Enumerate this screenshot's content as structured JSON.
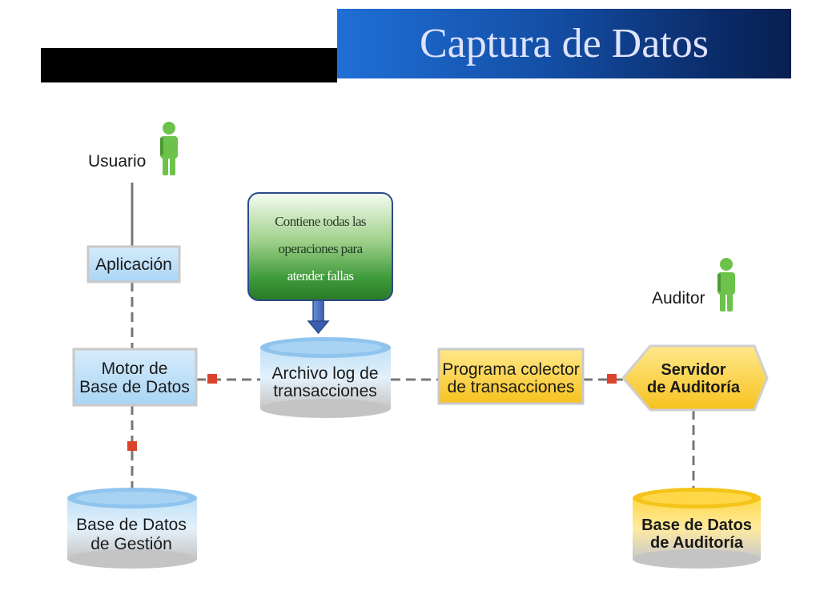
{
  "header": {
    "title": "Captura de Datos"
  },
  "diagram": {
    "usuario": "Usuario",
    "auditor": "Auditor",
    "aplicacion": "Aplicación",
    "motor": [
      "Motor de",
      "Base de Datos"
    ],
    "archivo_log": [
      "Archivo log de",
      "transacciones"
    ],
    "programa": [
      "Programa colector",
      "de transacciones"
    ],
    "servidor": [
      "Servidor",
      "de Auditoría"
    ],
    "bd_gestion": [
      "Base de Datos",
      "de Gestión"
    ],
    "bd_auditoria": [
      "Base de Datos",
      "de Auditoría"
    ],
    "note": [
      "Contiene todas las",
      "operaciones  para",
      "atender  fallas"
    ]
  },
  "colors": {
    "title_gradient_start": "#1f6fd6",
    "title_gradient_end": "#082050",
    "blue_box": "#bfe0fa",
    "yellow_box": "#ffd75a",
    "person_green": "#6cc24a",
    "connector_red": "#d9442b",
    "note_green": "#3e9a3a"
  }
}
